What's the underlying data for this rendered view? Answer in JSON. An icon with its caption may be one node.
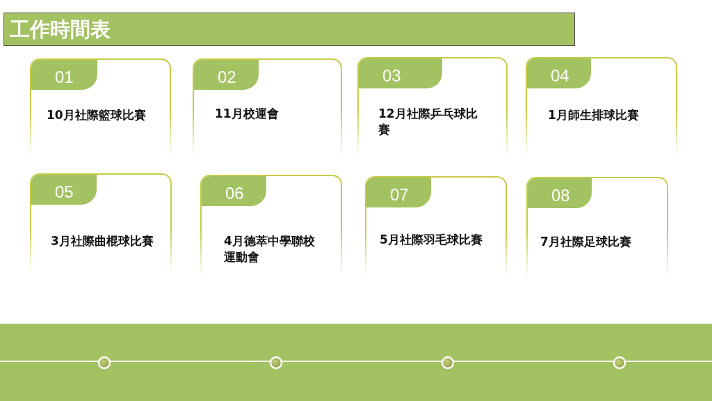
{
  "diagram": {
    "title": "工作時間表",
    "nodes": [
      {
        "text": [
          "01",
          "10月社際籃球比賽"
        ]
      },
      {
        "text": [
          "02",
          "11月校運會"
        ]
      },
      {
        "text": [
          "03",
          "12月社際乒乓球比賽"
        ]
      },
      {
        "text": [
          "04",
          "1月師生排球比賽"
        ]
      },
      {
        "text": [
          "05",
          "3月社際曲棍球比賽"
        ]
      },
      {
        "text": [
          "06",
          "4月德萃中學聯校運動會"
        ]
      },
      {
        "text": [
          "07",
          "5月社際羽毛球比賽"
        ]
      },
      {
        "text": [
          "08",
          "7月社際足球比賽"
        ]
      }
    ]
  }
}
